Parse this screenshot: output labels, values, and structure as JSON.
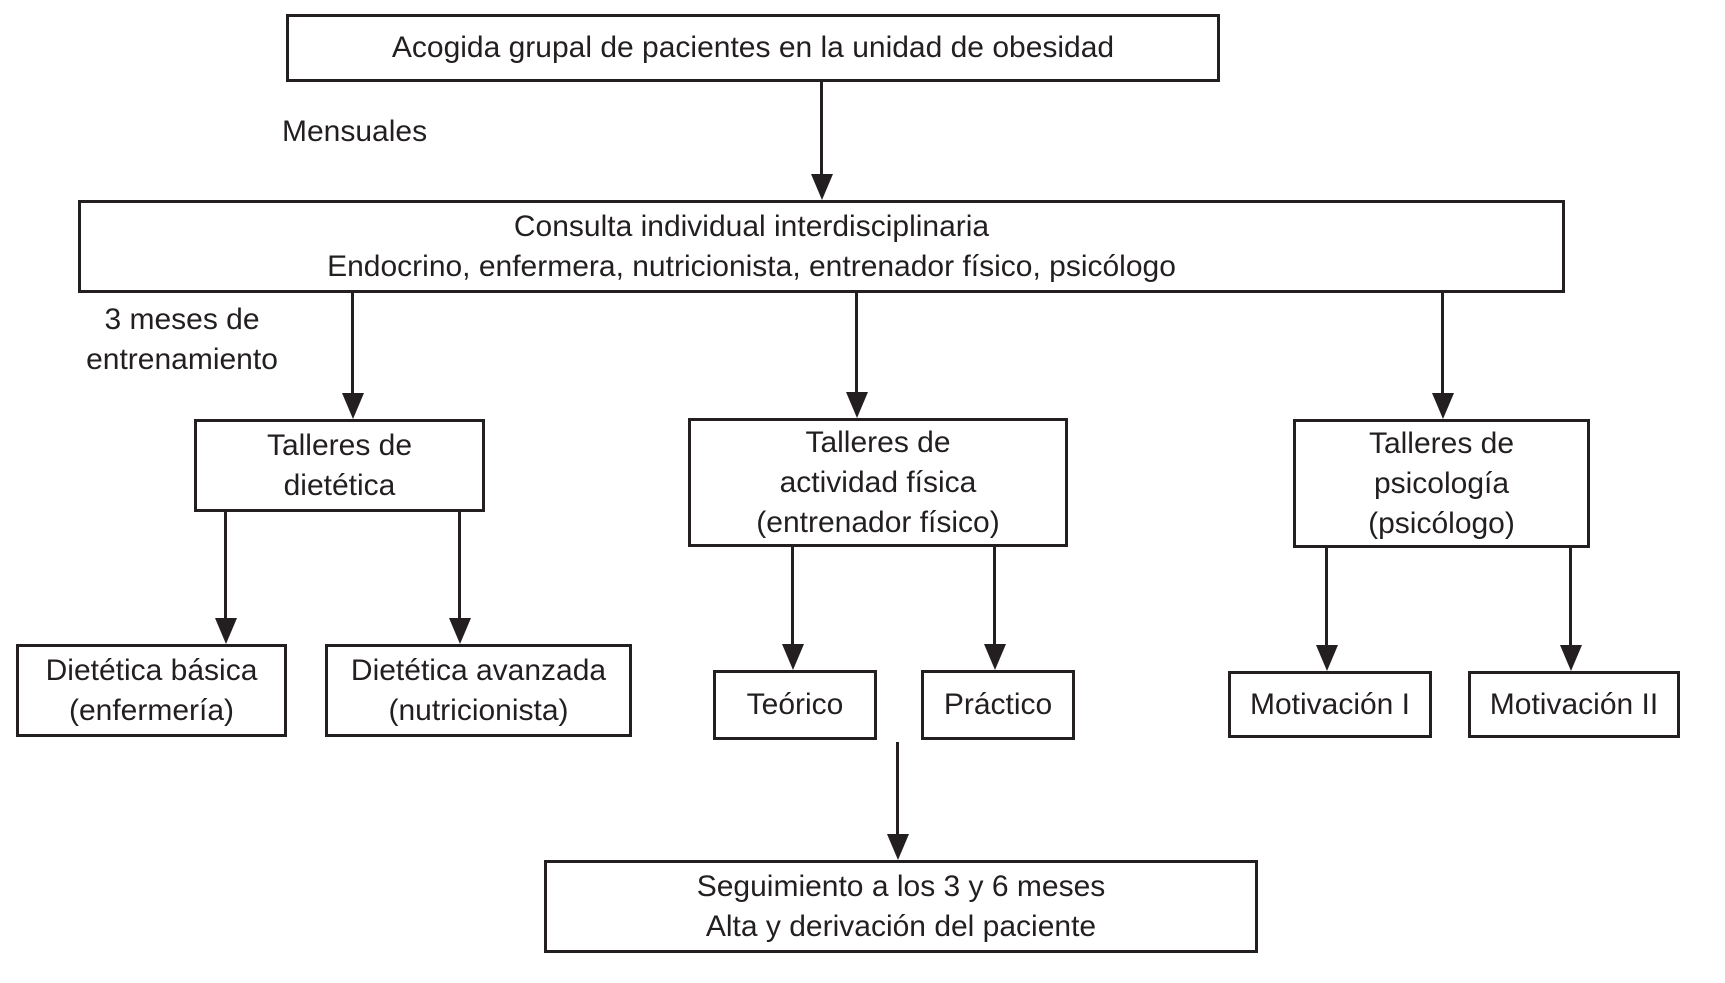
{
  "diagram": {
    "title_hint": "Flowchart of patient pathway in an obesity unit",
    "colors": {
      "ink": "#231f20",
      "background": "#ffffff",
      "box_fill": "#ffffff"
    },
    "nodes": {
      "acogida": {
        "lines": [
          "Acogida grupal de pacientes en la unidad de obesidad"
        ]
      },
      "consulta": {
        "lines": [
          "Consulta individual interdisciplinaria",
          "Endocrino, enfermera, nutricionista, entrenador físico, psicólogo"
        ]
      },
      "talleres_dietetica": {
        "lines": [
          "Talleres de",
          "dietética"
        ]
      },
      "talleres_actividad": {
        "lines": [
          "Talleres de",
          "actividad física",
          "(entrenador físico)"
        ]
      },
      "talleres_psicologia": {
        "lines": [
          "Talleres de",
          "psicología",
          "(psicólogo)"
        ]
      },
      "dietetica_basica": {
        "lines": [
          "Dietética básica",
          "(enfermería)"
        ]
      },
      "dietetica_avanzada": {
        "lines": [
          "Dietética avanzada",
          "(nutricionista)"
        ]
      },
      "teorico": {
        "lines": [
          "Teórico"
        ]
      },
      "practico": {
        "lines": [
          "Práctico"
        ]
      },
      "motivacion_1": {
        "lines": [
          "Motivación I"
        ]
      },
      "motivacion_2": {
        "lines": [
          "Motivación II"
        ]
      },
      "seguimiento": {
        "lines": [
          "Seguimiento a los 3 y 6 meses",
          "Alta y derivación del paciente"
        ]
      }
    },
    "labels": {
      "mensuales": "Mensuales",
      "tres_meses": [
        "3 meses de",
        "entrenamiento"
      ]
    }
  }
}
